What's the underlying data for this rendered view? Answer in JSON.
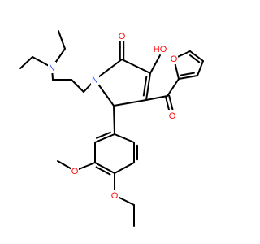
{
  "colors": {
    "bond": "#000000",
    "oxygen": "#ff0d0d",
    "nitrogen": "#3050f8",
    "background": "#ffffff"
  },
  "labels": {
    "amine_n": "N",
    "ring_n": "N",
    "lactam_o": "O",
    "hydroxyl": "HO",
    "ketone_o": "O",
    "furan_o": "O",
    "methoxy_o": "O",
    "ethoxy_o": "O"
  }
}
